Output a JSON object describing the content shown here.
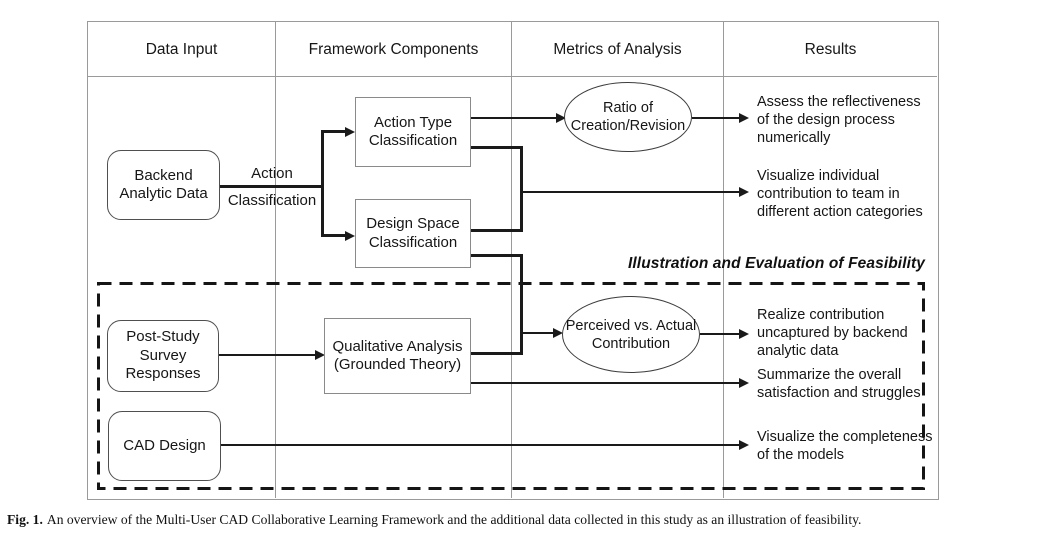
{
  "header": {
    "columns": [
      {
        "label": "Data Input"
      },
      {
        "label": "Framework Components"
      },
      {
        "label": "Metrics of Analysis"
      },
      {
        "label": "Results"
      }
    ]
  },
  "nodes": {
    "backend_analytic_data": {
      "label": "Backend\nAnalytic Data",
      "shape": "rounded-rect"
    },
    "action_type_classification": {
      "label": "Action Type\nClassification",
      "shape": "rect"
    },
    "design_space_classification": {
      "label": "Design Space\nClassification",
      "shape": "rect"
    },
    "qualitative_analysis": {
      "label": "Qualitative Analysis\n(Grounded Theory)",
      "shape": "rect"
    },
    "post_study_survey_responses": {
      "label": "Post-Study\nSurvey\nResponses",
      "shape": "rounded-rect"
    },
    "cad_design": {
      "label": "CAD Design",
      "shape": "rounded-rect"
    },
    "ratio_of_creation_revision": {
      "label": "Ratio of\nCreation/Revision",
      "shape": "ellipse"
    },
    "perceived_vs_actual_contribution": {
      "label": "Perceived vs. Actual\nContribution",
      "shape": "ellipse"
    }
  },
  "edge_labels": {
    "action_classification": {
      "label": "Action\nClassification"
    }
  },
  "results": [
    {
      "label": "Assess the reflectiveness\nof the design process\nnumerically"
    },
    {
      "label": "Visualize individual\ncontribution to team in\ndifferent action categories"
    },
    {
      "label": "Realize contribution\nuncaptured by backend\nanalytic data"
    },
    {
      "label": "Summarize the overall\nsatisfaction and struggles"
    },
    {
      "label": "Visualize the completeness\nof the models"
    }
  ],
  "annotations": {
    "feasibility_region": "Illustration and Evaluation of Feasibility"
  },
  "caption": {
    "tag": "Fig. 1.",
    "text": "An overview of the Multi-User CAD Collaborative Learning Framework and the additional data collected in this study as an illustration of feasibility."
  },
  "colors": {
    "line": "#1a1a1a",
    "grid": "#9a9a9a",
    "background": "#ffffff"
  }
}
